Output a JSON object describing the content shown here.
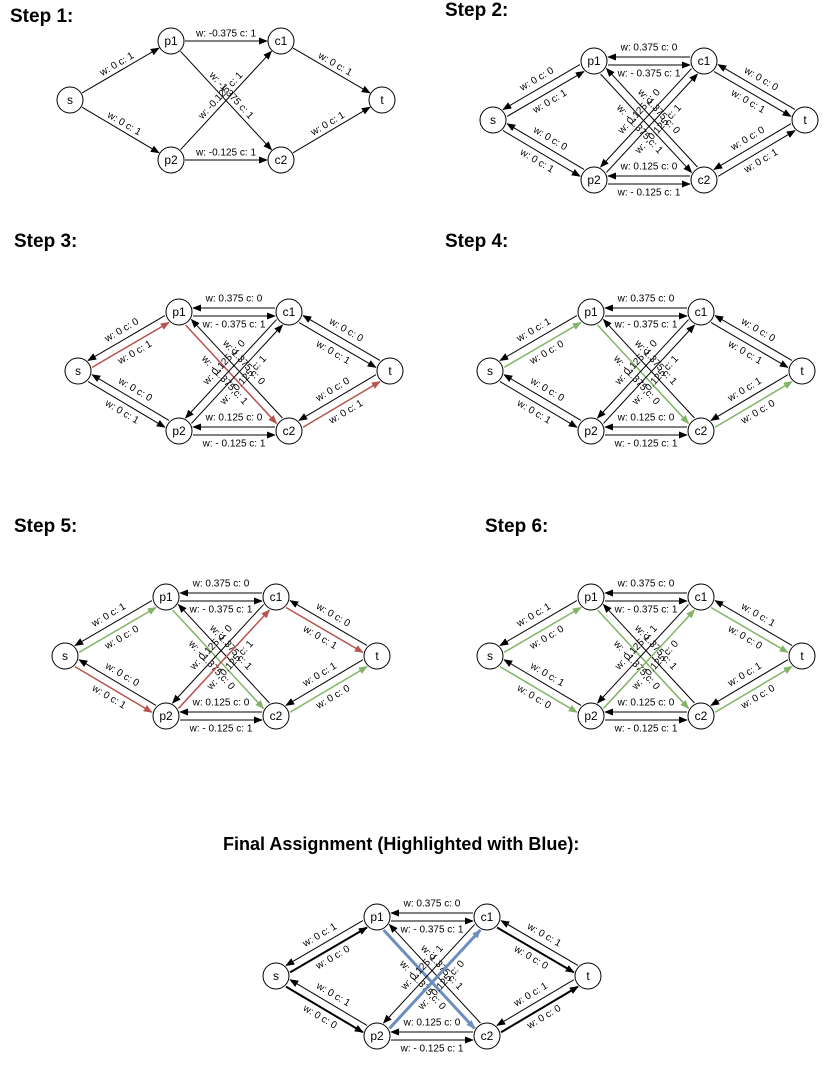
{
  "colors": {
    "default": "#000000",
    "red": "#b85450",
    "green": "#82b366",
    "blue": "#6c8ebf"
  },
  "panels": [
    {
      "title": "Step 1:",
      "edges": [
        {
          "from": "s",
          "to": "p1",
          "label": "w: 0 c: 1",
          "color": "default",
          "width": 1
        },
        {
          "from": "s",
          "to": "p2",
          "label": "w: 0 c: 1",
          "color": "default",
          "width": 1
        },
        {
          "from": "p1",
          "to": "c1",
          "label": "w: -0.375 c: 1",
          "color": "default",
          "width": 1
        },
        {
          "from": "p1",
          "to": "c2",
          "label": "w: -1.375 c: 1",
          "color": "default",
          "width": 1
        },
        {
          "from": "p2",
          "to": "c1",
          "label": "w: -0.125 c: 1",
          "color": "default",
          "width": 1
        },
        {
          "from": "p2",
          "to": "c2",
          "label": "w: -0.125 c: 1",
          "color": "default",
          "width": 1
        },
        {
          "from": "c1",
          "to": "t",
          "label": "w: 0 c: 1",
          "color": "default",
          "width": 1
        },
        {
          "from": "c2",
          "to": "t",
          "label": "w: 0 c: 1",
          "color": "default",
          "width": 1
        }
      ]
    },
    {
      "title": "Step 2:",
      "edges": [
        {
          "from": "s",
          "to": "p1",
          "label": "w: 0 c: 1",
          "color": "default",
          "width": 1
        },
        {
          "from": "p1",
          "to": "s",
          "label": "w: 0 c: 0",
          "color": "default",
          "width": 1
        },
        {
          "from": "s",
          "to": "p2",
          "label": "w: 0 c: 1",
          "color": "default",
          "width": 1
        },
        {
          "from": "p2",
          "to": "s",
          "label": "w: 0 c: 0",
          "color": "default",
          "width": 1
        },
        {
          "from": "p1",
          "to": "c1",
          "label": "w: - 0.375 c: 1",
          "color": "default",
          "width": 1
        },
        {
          "from": "c1",
          "to": "p1",
          "label": "w: 0.375 c: 0",
          "color": "default",
          "width": 1
        },
        {
          "from": "p1",
          "to": "c2",
          "label": "w: - 1.375 c: 1",
          "color": "default",
          "width": 1
        },
        {
          "from": "c2",
          "to": "p1",
          "label": "w: 1.375 c: 0",
          "color": "default",
          "width": 1
        },
        {
          "from": "p2",
          "to": "c1",
          "label": "w: - 0.125 c: 1",
          "color": "default",
          "width": 1
        },
        {
          "from": "c1",
          "to": "p2",
          "label": "w: 0.125 c: 0",
          "color": "default",
          "width": 1
        },
        {
          "from": "p2",
          "to": "c2",
          "label": "w: - 0.125 c: 1",
          "color": "default",
          "width": 1
        },
        {
          "from": "c2",
          "to": "p2",
          "label": "w: 0.125 c: 0",
          "color": "default",
          "width": 1
        },
        {
          "from": "c1",
          "to": "t",
          "label": "w: 0 c: 1",
          "color": "default",
          "width": 1
        },
        {
          "from": "t",
          "to": "c1",
          "label": "w: 0 c: 0",
          "color": "default",
          "width": 1
        },
        {
          "from": "c2",
          "to": "t",
          "label": "w: 0 c: 1",
          "color": "default",
          "width": 1
        },
        {
          "from": "t",
          "to": "c2",
          "label": "w: 0 c: 0",
          "color": "default",
          "width": 1
        }
      ]
    },
    {
      "title": "Step 3:",
      "edges": [
        {
          "from": "s",
          "to": "p1",
          "label": "w: 0 c: 1",
          "color": "red",
          "width": 1.5
        },
        {
          "from": "p1",
          "to": "s",
          "label": "w: 0 c: 0",
          "color": "default",
          "width": 1
        },
        {
          "from": "s",
          "to": "p2",
          "label": "w: 0 c: 1",
          "color": "default",
          "width": 1
        },
        {
          "from": "p2",
          "to": "s",
          "label": "w: 0 c: 0",
          "color": "default",
          "width": 1
        },
        {
          "from": "p1",
          "to": "c1",
          "label": "w: - 0.375 c: 1",
          "color": "default",
          "width": 1
        },
        {
          "from": "c1",
          "to": "p1",
          "label": "w: 0.375 c: 0",
          "color": "default",
          "width": 1
        },
        {
          "from": "p1",
          "to": "c2",
          "label": "w: - 1.375 c: 1",
          "color": "red",
          "width": 1.5
        },
        {
          "from": "c2",
          "to": "p1",
          "label": "w: 1.375 c: 0",
          "color": "default",
          "width": 1
        },
        {
          "from": "p2",
          "to": "c1",
          "label": "w: - 0.125 c: 1",
          "color": "default",
          "width": 1
        },
        {
          "from": "c1",
          "to": "p2",
          "label": "w: 0.125 c: 0",
          "color": "default",
          "width": 1
        },
        {
          "from": "p2",
          "to": "c2",
          "label": "w: - 0.125 c: 1",
          "color": "default",
          "width": 1
        },
        {
          "from": "c2",
          "to": "p2",
          "label": "w: 0.125 c: 0",
          "color": "default",
          "width": 1
        },
        {
          "from": "c1",
          "to": "t",
          "label": "w: 0 c: 1",
          "color": "default",
          "width": 1
        },
        {
          "from": "t",
          "to": "c1",
          "label": "w: 0 c: 0",
          "color": "default",
          "width": 1
        },
        {
          "from": "c2",
          "to": "t",
          "label": "w: 0 c: 1",
          "color": "red",
          "width": 1.5
        },
        {
          "from": "t",
          "to": "c2",
          "label": "w: 0 c: 0",
          "color": "default",
          "width": 1
        }
      ]
    },
    {
      "title": "Step 4:",
      "edges": [
        {
          "from": "s",
          "to": "p1",
          "label": "w: 0 c: 0",
          "color": "green",
          "width": 1.5
        },
        {
          "from": "p1",
          "to": "s",
          "label": "w: 0 c: 1",
          "color": "default",
          "width": 1
        },
        {
          "from": "s",
          "to": "p2",
          "label": "w: 0 c: 1",
          "color": "default",
          "width": 1
        },
        {
          "from": "p2",
          "to": "s",
          "label": "w: 0 c: 0",
          "color": "default",
          "width": 1
        },
        {
          "from": "p1",
          "to": "c1",
          "label": "w: - 0.375 c: 1",
          "color": "default",
          "width": 1
        },
        {
          "from": "c1",
          "to": "p1",
          "label": "w: 0.375 c: 0",
          "color": "default",
          "width": 1
        },
        {
          "from": "p1",
          "to": "c2",
          "label": "w: - 1.375 c: 0",
          "color": "green",
          "width": 1.5
        },
        {
          "from": "c2",
          "to": "p1",
          "label": "w: 1.375 c: 1",
          "color": "default",
          "width": 1
        },
        {
          "from": "p2",
          "to": "c1",
          "label": "w: - 0.125 c: 1",
          "color": "default",
          "width": 1
        },
        {
          "from": "c1",
          "to": "p2",
          "label": "w: 0.125 c: 0",
          "color": "default",
          "width": 1
        },
        {
          "from": "p2",
          "to": "c2",
          "label": "w: - 0.125 c: 1",
          "color": "default",
          "width": 1
        },
        {
          "from": "c2",
          "to": "p2",
          "label": "w: 0.125 c: 0",
          "color": "default",
          "width": 1
        },
        {
          "from": "c1",
          "to": "t",
          "label": "w: 0 c: 1",
          "color": "default",
          "width": 1
        },
        {
          "from": "t",
          "to": "c1",
          "label": "w: 0 c: 0",
          "color": "default",
          "width": 1
        },
        {
          "from": "c2",
          "to": "t",
          "label": "w: 0 c: 0",
          "color": "green",
          "width": 1.5
        },
        {
          "from": "t",
          "to": "c2",
          "label": "w: 0 c: 1",
          "color": "default",
          "width": 1
        }
      ]
    },
    {
      "title": "Step 5:",
      "edges": [
        {
          "from": "s",
          "to": "p1",
          "label": "w: 0 c: 0",
          "color": "green",
          "width": 1.5
        },
        {
          "from": "p1",
          "to": "s",
          "label": "w: 0 c: 1",
          "color": "default",
          "width": 1
        },
        {
          "from": "s",
          "to": "p2",
          "label": "w: 0 c: 1",
          "color": "red",
          "width": 1.5
        },
        {
          "from": "p2",
          "to": "s",
          "label": "w: 0 c: 0",
          "color": "default",
          "width": 1
        },
        {
          "from": "p1",
          "to": "c1",
          "label": "w: - 0.375 c: 1",
          "color": "default",
          "width": 1
        },
        {
          "from": "c1",
          "to": "p1",
          "label": "w: 0.375 c: 0",
          "color": "default",
          "width": 1
        },
        {
          "from": "p1",
          "to": "c2",
          "label": "w: - 1.375 c: 0",
          "color": "green",
          "width": 1.5
        },
        {
          "from": "c2",
          "to": "p1",
          "label": "w: 1.375 c: 1",
          "color": "default",
          "width": 1
        },
        {
          "from": "p2",
          "to": "c1",
          "label": "w: - 0.125 c: 1",
          "color": "red",
          "width": 1.5
        },
        {
          "from": "c1",
          "to": "p2",
          "label": "w: 0.125 c: 0",
          "color": "default",
          "width": 1
        },
        {
          "from": "p2",
          "to": "c2",
          "label": "w: - 0.125 c: 1",
          "color": "default",
          "width": 1
        },
        {
          "from": "c2",
          "to": "p2",
          "label": "w: 0.125 c: 0",
          "color": "default",
          "width": 1
        },
        {
          "from": "c1",
          "to": "t",
          "label": "w: 0 c: 1",
          "color": "red",
          "width": 1.5
        },
        {
          "from": "t",
          "to": "c1",
          "label": "w: 0 c: 0",
          "color": "default",
          "width": 1
        },
        {
          "from": "c2",
          "to": "t",
          "label": "w: 0 c: 0",
          "color": "green",
          "width": 1.5
        },
        {
          "from": "t",
          "to": "c2",
          "label": "w: 0 c: 1",
          "color": "default",
          "width": 1
        }
      ]
    },
    {
      "title": "Step 6:",
      "edges": [
        {
          "from": "s",
          "to": "p1",
          "label": "w: 0 c: 0",
          "color": "green",
          "width": 1.5
        },
        {
          "from": "p1",
          "to": "s",
          "label": "w: 0 c: 1",
          "color": "default",
          "width": 1
        },
        {
          "from": "s",
          "to": "p2",
          "label": "w: 0 c: 0",
          "color": "green",
          "width": 1.5
        },
        {
          "from": "p2",
          "to": "s",
          "label": "w: 0 c: 1",
          "color": "default",
          "width": 1
        },
        {
          "from": "p1",
          "to": "c1",
          "label": "w: - 0.375 c: 1",
          "color": "default",
          "width": 1
        },
        {
          "from": "c1",
          "to": "p1",
          "label": "w: 0.375 c: 0",
          "color": "default",
          "width": 1
        },
        {
          "from": "p1",
          "to": "c2",
          "label": "w: - 1.375 c: 0",
          "color": "green",
          "width": 1.5
        },
        {
          "from": "c2",
          "to": "p1",
          "label": "w: 1.375 c: 1",
          "color": "default",
          "width": 1
        },
        {
          "from": "p2",
          "to": "c1",
          "label": "w: - 0.125 c: 0",
          "color": "green",
          "width": 1.5
        },
        {
          "from": "c1",
          "to": "p2",
          "label": "w: 0.125 c: 1",
          "color": "default",
          "width": 1
        },
        {
          "from": "p2",
          "to": "c2",
          "label": "w: - 0.125 c: 1",
          "color": "default",
          "width": 1
        },
        {
          "from": "c2",
          "to": "p2",
          "label": "w: 0.125 c: 0",
          "color": "default",
          "width": 1
        },
        {
          "from": "c1",
          "to": "t",
          "label": "w: 0 c: 0",
          "color": "green",
          "width": 1.5
        },
        {
          "from": "t",
          "to": "c1",
          "label": "w: 0 c: 1",
          "color": "default",
          "width": 1
        },
        {
          "from": "c2",
          "to": "t",
          "label": "w: 0 c: 0",
          "color": "green",
          "width": 1.5
        },
        {
          "from": "t",
          "to": "c2",
          "label": "w: 0 c: 1",
          "color": "default",
          "width": 1
        }
      ]
    },
    {
      "title": "Final Assignment (Highlighted with Blue):",
      "edges": [
        {
          "from": "s",
          "to": "p1",
          "label": "w: 0 c: 0",
          "color": "default",
          "width": 2
        },
        {
          "from": "p1",
          "to": "s",
          "label": "w: 0 c: 1",
          "color": "default",
          "width": 1
        },
        {
          "from": "s",
          "to": "p2",
          "label": "w: 0 c: 0",
          "color": "default",
          "width": 2
        },
        {
          "from": "p2",
          "to": "s",
          "label": "w: 0 c: 1",
          "color": "default",
          "width": 1
        },
        {
          "from": "p1",
          "to": "c1",
          "label": "w: - 0.375 c: 1",
          "color": "default",
          "width": 1
        },
        {
          "from": "c1",
          "to": "p1",
          "label": "w: 0.375 c: 0",
          "color": "default",
          "width": 1
        },
        {
          "from": "p1",
          "to": "c2",
          "label": "w: - 1.375 c: 0",
          "color": "blue",
          "width": 3
        },
        {
          "from": "c2",
          "to": "p1",
          "label": "w: 1.375 c: 1",
          "color": "default",
          "width": 1
        },
        {
          "from": "p2",
          "to": "c1",
          "label": "w: - 0.125 c: 0",
          "color": "blue",
          "width": 3
        },
        {
          "from": "c1",
          "to": "p2",
          "label": "w: 0.125 c: 1",
          "color": "default",
          "width": 1
        },
        {
          "from": "p2",
          "to": "c2",
          "label": "w: - 0.125 c: 1",
          "color": "default",
          "width": 1
        },
        {
          "from": "c2",
          "to": "p2",
          "label": "w: 0.125 c: 0",
          "color": "default",
          "width": 1
        },
        {
          "from": "c1",
          "to": "t",
          "label": "w: 0 c: 0",
          "color": "default",
          "width": 2
        },
        {
          "from": "t",
          "to": "c1",
          "label": "w: 0 c: 1",
          "color": "default",
          "width": 1
        },
        {
          "from": "c2",
          "to": "t",
          "label": "w: 0 c: 0",
          "color": "default",
          "width": 2
        },
        {
          "from": "t",
          "to": "c2",
          "label": "w: 0 c: 1",
          "color": "default",
          "width": 1
        }
      ]
    }
  ]
}
